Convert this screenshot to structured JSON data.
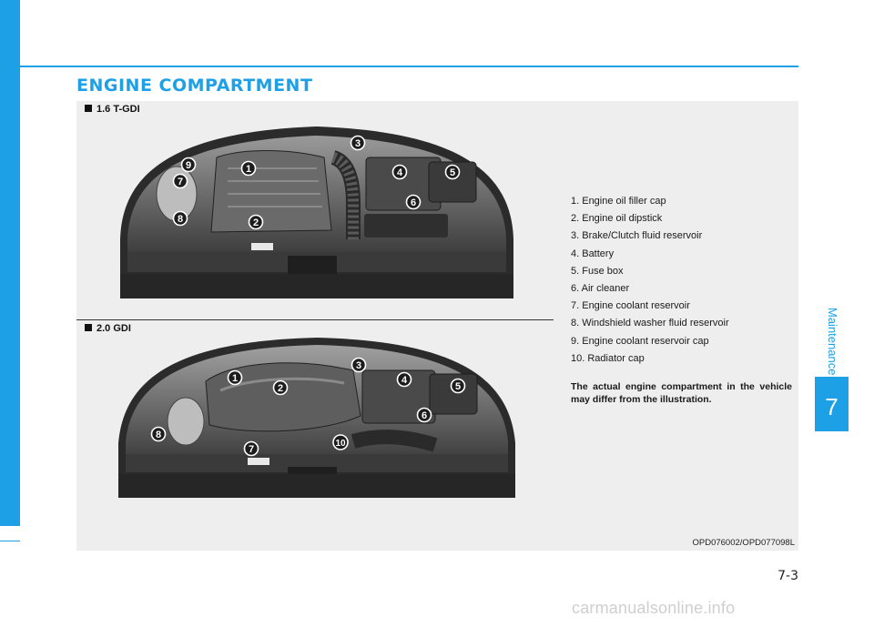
{
  "section_title": "ENGINE COMPARTMENT",
  "variants": [
    {
      "label": "1.6 T-GDI",
      "callouts": [
        "1",
        "2",
        "3",
        "4",
        "5",
        "6",
        "7",
        "8",
        "9"
      ]
    },
    {
      "label": "2.0 GDI",
      "callouts": [
        "1",
        "2",
        "3",
        "4",
        "5",
        "6",
        "7",
        "8",
        "10"
      ]
    }
  ],
  "legend": [
    "1. Engine oil filler cap",
    "2. Engine oil dipstick",
    "3. Brake/Clutch fluid reservoir",
    "4. Battery",
    "5. Fuse box",
    "6. Air cleaner",
    "7. Engine coolant reservoir",
    "8. Windshield washer fluid reservoir",
    "9. Engine coolant reservoir cap",
    "10. Radiator cap"
  ],
  "note": "The actual engine compartment in the vehicle may differ from the illustration.",
  "figure_code": "OPD076002/OPD077098L",
  "chapter": {
    "name": "Maintenance",
    "number": "7"
  },
  "page_number": "7-3",
  "watermark": "carmanualsonline.info",
  "colors": {
    "accent": "#1ea0e6",
    "panel": "#eeeeef",
    "callout": "#1c1c1c"
  }
}
